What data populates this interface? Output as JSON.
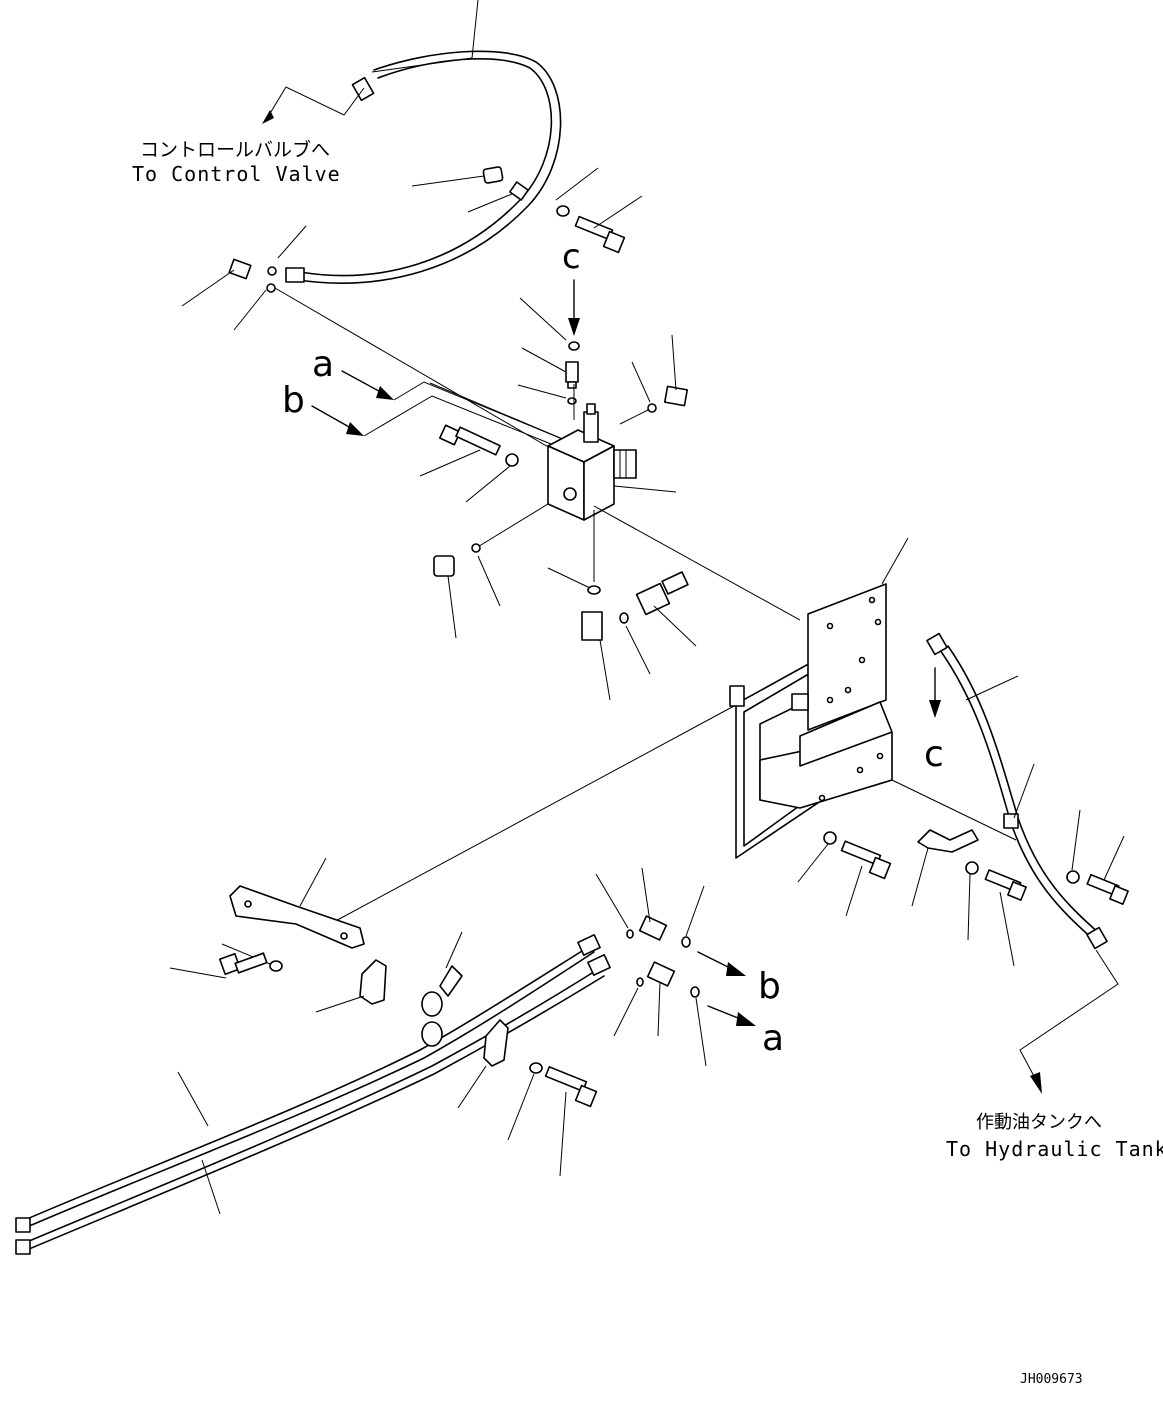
{
  "callouts": {
    "control_valve_jp": "コントロールバルブへ",
    "control_valve_en": "To Control Valve",
    "hydraulic_tank_jp": "作動油タンクへ",
    "hydraulic_tank_en": "To Hydraulic Tank"
  },
  "markers": {
    "a_top": "a",
    "b_top": "b",
    "c_top": "c",
    "c_right": "c",
    "b_bottom": "b",
    "a_bottom": "a"
  },
  "drawing_number": "JH009673",
  "colors": {
    "line": "#000000",
    "background": "#ffffff"
  }
}
